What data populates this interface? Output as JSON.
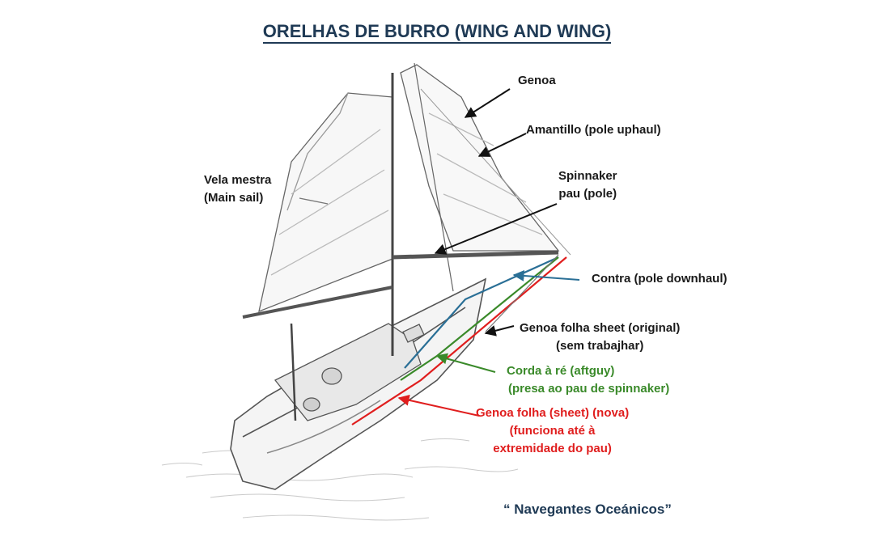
{
  "title": "ORELHAS DE BURRO (WING AND WING)",
  "labels": {
    "genoa": "Genoa",
    "amantillo": "Amantillo (pole uphaul)",
    "vela_mestra_1": "Vela mestra",
    "vela_mestra_2": "(Main sail)",
    "spinnaker_1": "Spinnaker",
    "spinnaker_2": "pau (pole)",
    "contra": "Contra (pole downhaul)",
    "genoa_orig_1": "Genoa folha sheet (original)",
    "genoa_orig_2": "(sem trabajhar)",
    "corda_1": "Corda à ré (aftguy)",
    "corda_2": "(presa ao pau de spinnaker)",
    "genoa_nova_1": "Genoa folha (sheet) (nova)",
    "genoa_nova_2": "(funciona até à",
    "genoa_nova_3": "extremidade do pau)"
  },
  "credit": "“ Navegantes Oceánicos”",
  "colors": {
    "title": "#1f3a55",
    "aftguy": "#3a8a2a",
    "new_sheet": "#e01e1e",
    "downhaul": "#2a6f96",
    "pencil": "#555555"
  }
}
